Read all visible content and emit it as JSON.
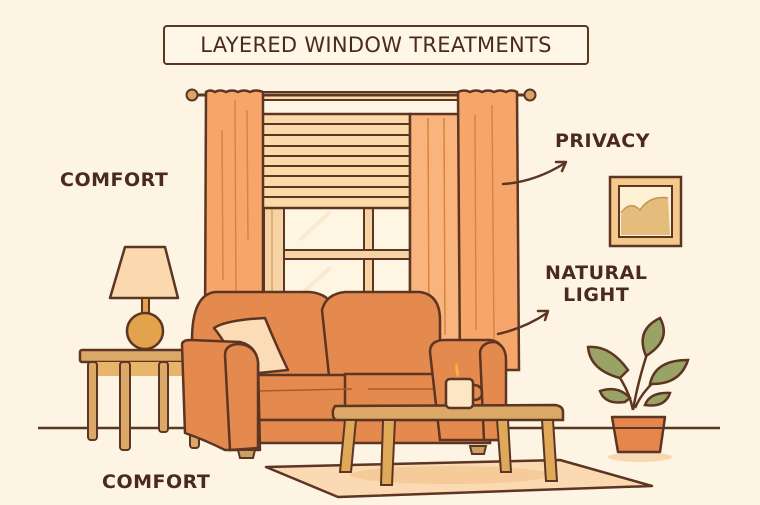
{
  "title": "LAYERED WINDOW TREATMENTS",
  "labels": {
    "comfort_top": "COMFORT",
    "comfort_bottom": "COMFORT",
    "privacy": "PRIVACY",
    "natural_light_line1": "NATURAL",
    "natural_light_line2": "LIGHT"
  },
  "colors": {
    "background": "#fdf4e3",
    "outline": "#5c3523",
    "curtain": "#f7a66b",
    "shade": "#fcd9a8",
    "sofa": "#e58a4e",
    "wood": "#dba867",
    "lamp_shade": "#fbd8ad",
    "lamp_base": "#e3a24c",
    "plant_leaf": "#9aa366",
    "pot": "#e5874c",
    "rug": "#fbd9b2",
    "glass": "#fef6e3"
  }
}
